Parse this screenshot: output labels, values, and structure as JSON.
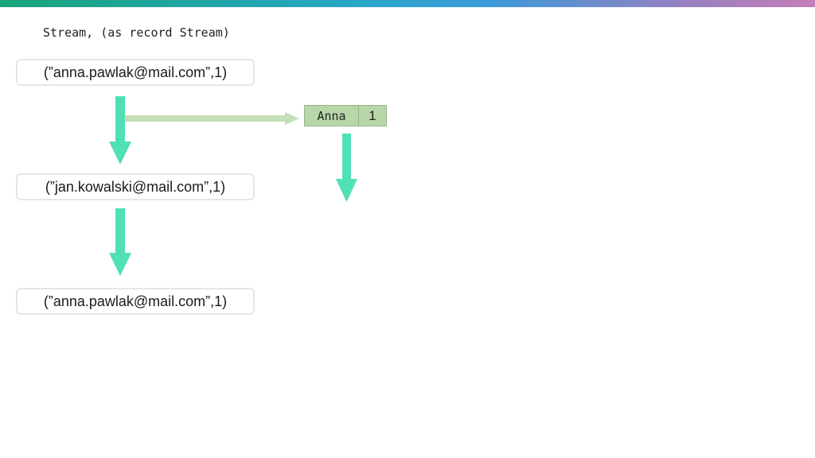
{
  "header": {
    "title": "Stream, (as record Stream)"
  },
  "records": [
    {
      "text": "(”anna.pawlak@mail.com”,1)"
    },
    {
      "text": "(”jan.kowalski@mail.com”,1)"
    },
    {
      "text": "(”anna.pawlak@mail.com”,1)"
    }
  ],
  "table": {
    "key": "Anna",
    "value": "1"
  },
  "colors": {
    "down_arrow": "#4fe0b6",
    "side_arrow": "#c5dfb9",
    "cell_fill": "#b7d7a8"
  }
}
